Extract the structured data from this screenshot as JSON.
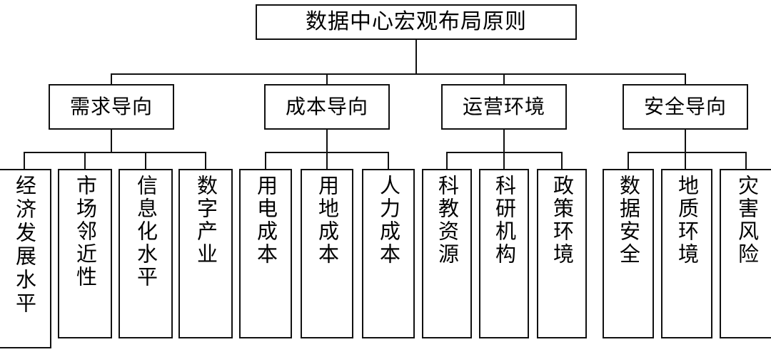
{
  "diagram": {
    "type": "organization-tree",
    "title": "数据中心宏观布局原则",
    "line_color": "#111111",
    "background_color": "#ffffff",
    "root": {
      "label": "数据中心宏观布局原则"
    },
    "categories": [
      {
        "label": "需求导向",
        "children": [
          {
            "label": "经济发展水平"
          },
          {
            "label": "市场邻近性"
          },
          {
            "label": "信息化水平"
          },
          {
            "label": "数字产业"
          }
        ]
      },
      {
        "label": "成本导向",
        "children": [
          {
            "label": "用电成本"
          },
          {
            "label": "用地成本"
          },
          {
            "label": "人力成本"
          }
        ]
      },
      {
        "label": "运营环境",
        "children": [
          {
            "label": "科教资源"
          },
          {
            "label": "科研机构"
          },
          {
            "label": "政策环境"
          }
        ]
      },
      {
        "label": "安全导向",
        "children": [
          {
            "label": "数据安全"
          },
          {
            "label": "地质环境"
          },
          {
            "label": "灾害风险"
          }
        ]
      }
    ]
  }
}
